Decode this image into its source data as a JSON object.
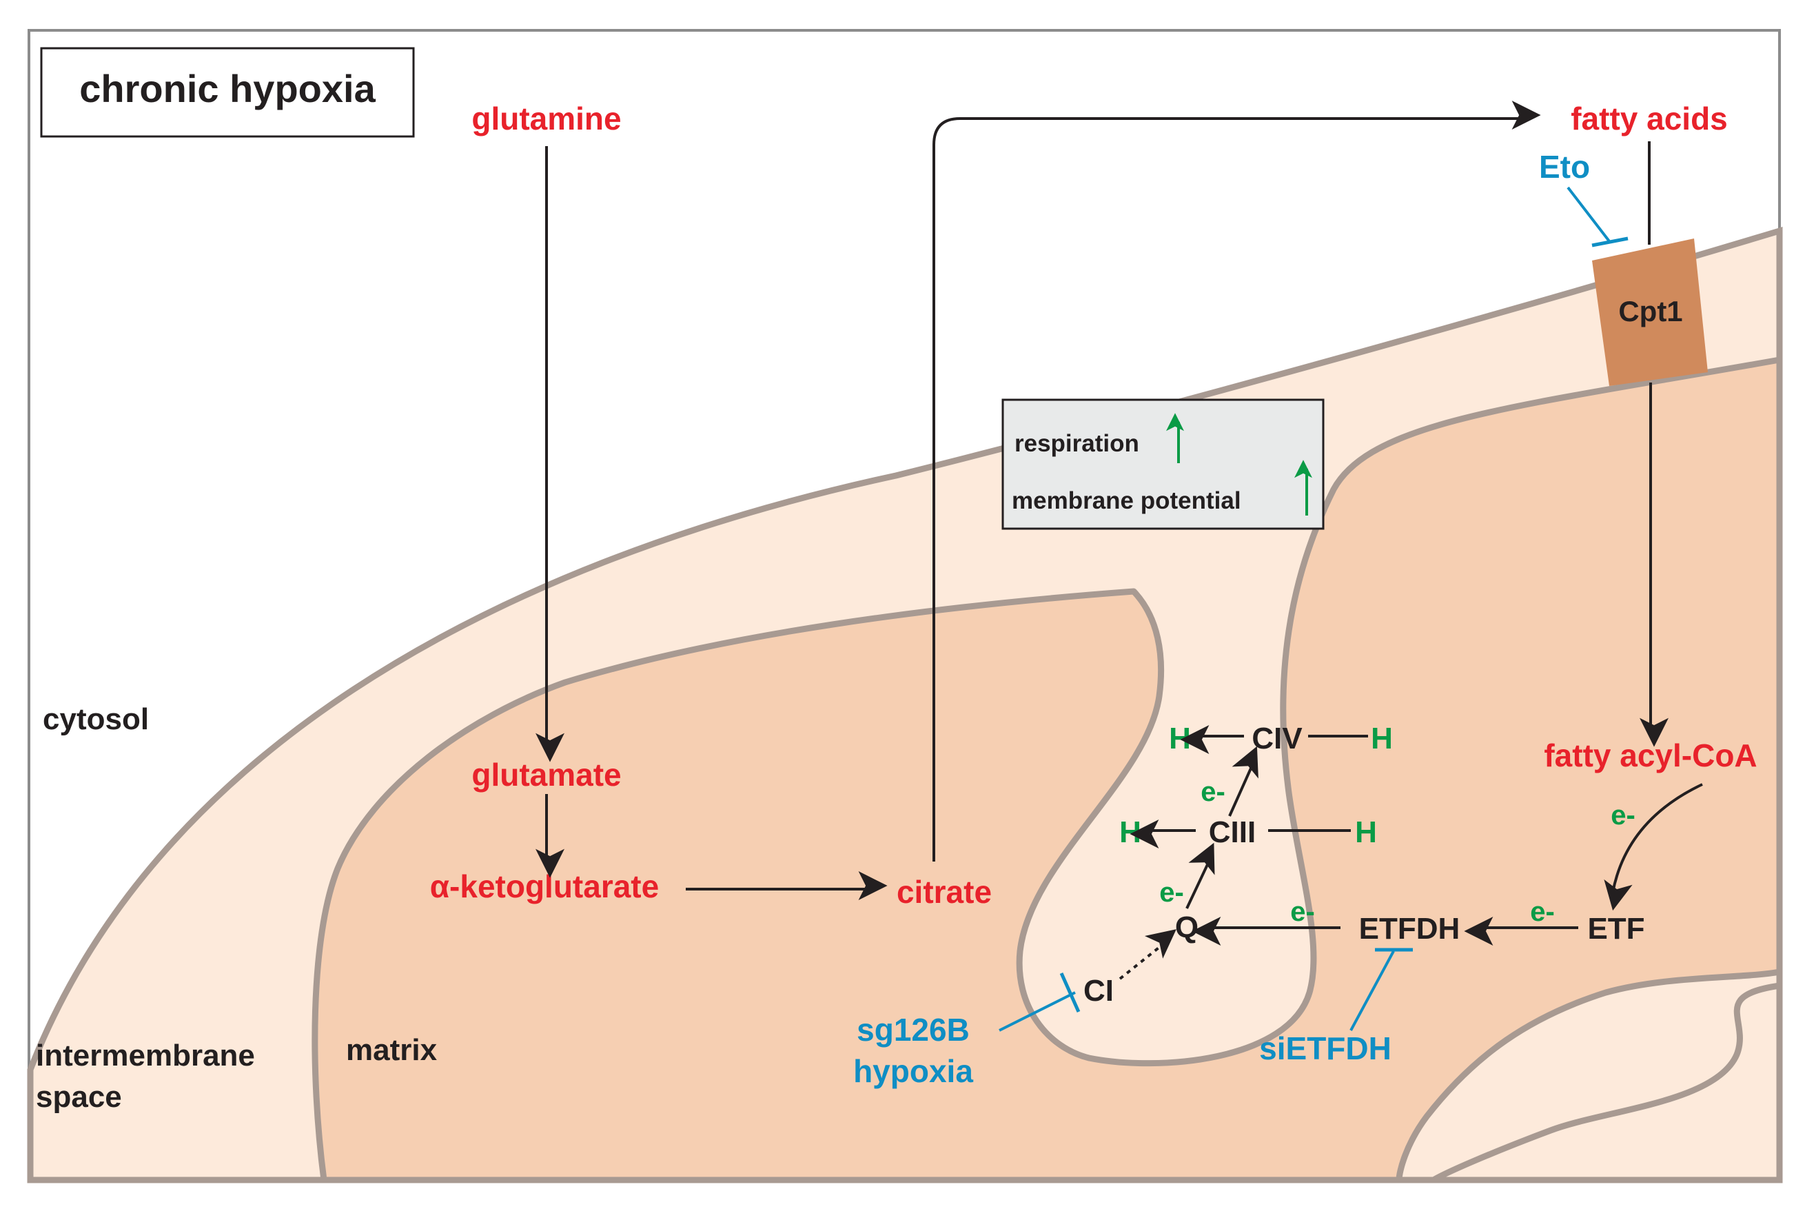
{
  "title": "chronic hypoxia",
  "compartments": {
    "cytosol": "cytosol",
    "intermembrane_line1": "intermembrane",
    "intermembrane_line2": "space",
    "matrix": "matrix"
  },
  "metabolites": {
    "glutamine": "glutamine",
    "glutamate": "glutamate",
    "alpha_ketoglutarate": "α-ketoglutarate",
    "citrate": "citrate",
    "fatty_acids": "fatty acids",
    "fatty_acyl_coa": "fatty acyl-CoA"
  },
  "inhibitors": {
    "eto": "Eto",
    "sg126b": "sg126B",
    "hypoxia": "hypoxia",
    "sietfdh": "siETFDH"
  },
  "transporter": "Cpt1",
  "complexes": {
    "civ": "CIV",
    "ciii": "CIII",
    "ci": "CI",
    "q": "Q",
    "etfdh": "ETFDH",
    "etf": "ETF"
  },
  "symbols": {
    "proton": "H",
    "electron": "e-"
  },
  "status_box": {
    "respiration": "respiration",
    "membrane_potential": "membrane potential"
  },
  "colors": {
    "metabolite": "#e8222b",
    "inhibitor": "#0f8ec4",
    "electron_proton": "#0a9b46",
    "cpt1": "#d08a5c",
    "intermembrane_space": "#fdeadb",
    "matrix": "#f6cfb2",
    "membrane": "#a89a92"
  }
}
